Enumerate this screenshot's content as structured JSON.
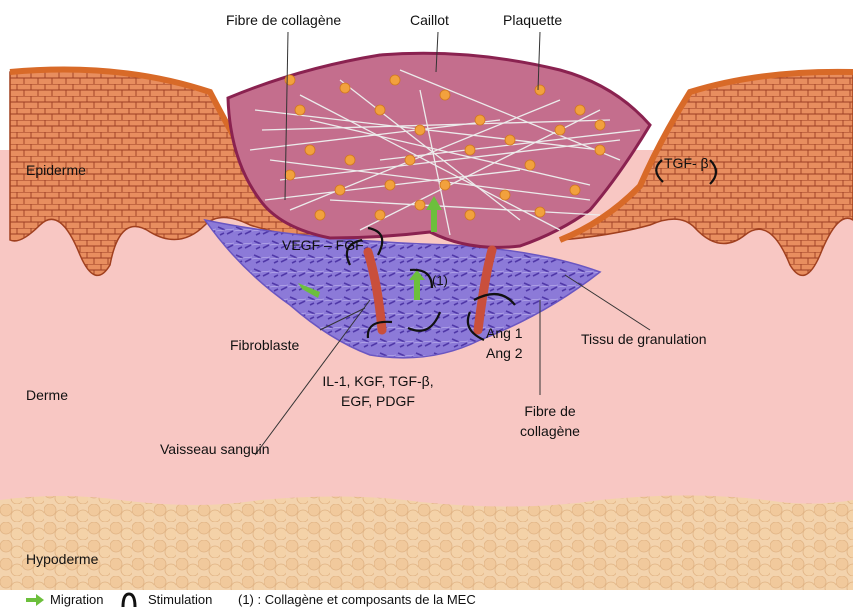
{
  "labels": {
    "fibre_collagene_top": "Fibre de collagène",
    "caillot": "Caillot",
    "plaquette": "Plaquette",
    "epiderme": "Epiderme",
    "tgf_beta_right": "TGF- β",
    "vegf_fgf": "VEGF – FGF",
    "marker_1": "(1)",
    "fibroblaste": "Fibroblaste",
    "ang1": "Ang 1",
    "ang2": "Ang 2",
    "tissu_granulation": "Tissu de granulation",
    "derme": "Derme",
    "cytokines_line1": "IL-1, KGF, TGF-β,",
    "cytokines_line2": "EGF, PDGF",
    "fibre_collagene_bottom_line1": "Fibre de",
    "fibre_collagene_bottom_line2": "collagène",
    "vaisseau_sanguin": "Vaisseau sanguin",
    "hypoderme": "Hypoderme"
  },
  "legend": {
    "migration": "Migration",
    "stimulation": "Stimulation",
    "note": "(1) : Collagène et composants de la MEC"
  },
  "colors": {
    "derme": "#f8c7c3",
    "hypoderme": "#f4d6b2",
    "epidermis": "#e8895a",
    "clot": "#c46e8d",
    "clot_border": "#8a2250",
    "granulation": "#8f7fdc",
    "platelet": "#f2a13d",
    "vessel": "#c94f3c",
    "migration_arrow": "#6cbf3c"
  }
}
